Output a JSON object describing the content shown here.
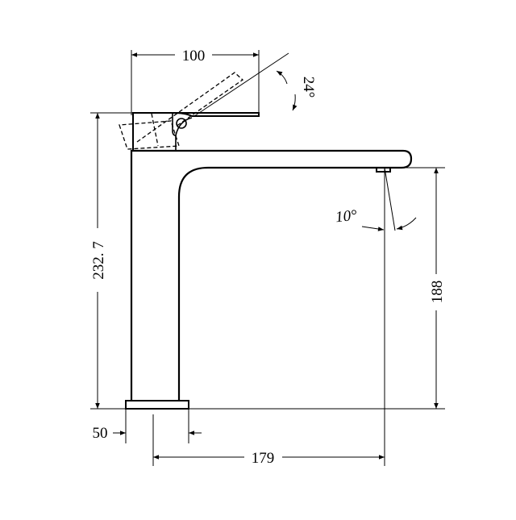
{
  "drawing": {
    "dimensions": {
      "handle_reach": "100",
      "handle_angle": "24°",
      "overall_height": "232. 7",
      "spout_angle": "10°",
      "spout_height": "188",
      "base_width": "50",
      "spout_reach": "179"
    }
  }
}
